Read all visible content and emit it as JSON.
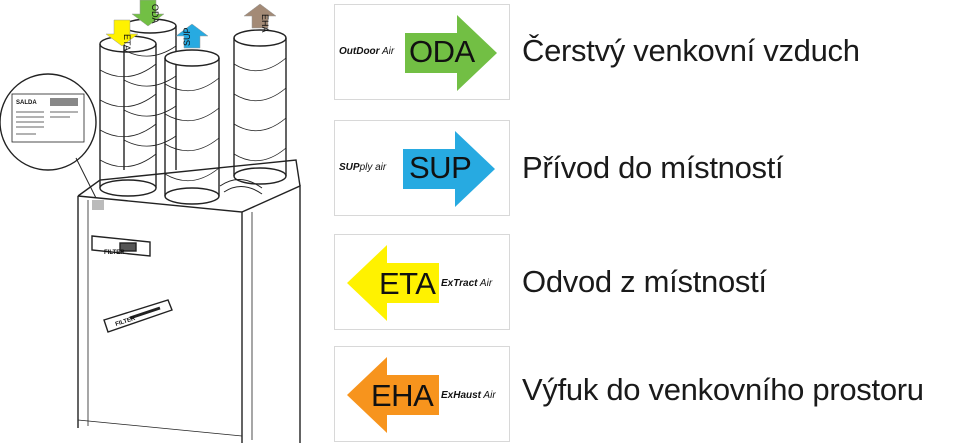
{
  "colors": {
    "oda": "#72bf44",
    "sup": "#27aae1",
    "eta": "#fff200",
    "eha": "#f7941d",
    "duct_arrow_eha": "#a38a76"
  },
  "unit": {
    "brand_label": "SALDA",
    "filter_label": "FILTER",
    "duct_tags": {
      "eta": "ETA",
      "oda": "ODA",
      "sup": "SUP",
      "eha": "EHA"
    }
  },
  "legend": [
    {
      "key": "oda",
      "prefix_bold": "OutDoor",
      "prefix_rest": " Air",
      "code": "ODA",
      "description": "Čerstvý venkovní vzduch",
      "direction": "right"
    },
    {
      "key": "sup",
      "prefix_bold": "SUP",
      "prefix_rest": "ply air",
      "code": "SUP",
      "description": "Přívod do místností",
      "direction": "right"
    },
    {
      "key": "eta",
      "suffix_bold": "ExTract",
      "suffix_rest": " Air",
      "code": "ETA",
      "description": "Odvod z místností",
      "direction": "left"
    },
    {
      "key": "eha",
      "suffix_bold": "ExHaust",
      "suffix_rest": " Air",
      "code": "EHA",
      "description": "Výfuk do venkovního prostoru",
      "direction": "left"
    }
  ]
}
